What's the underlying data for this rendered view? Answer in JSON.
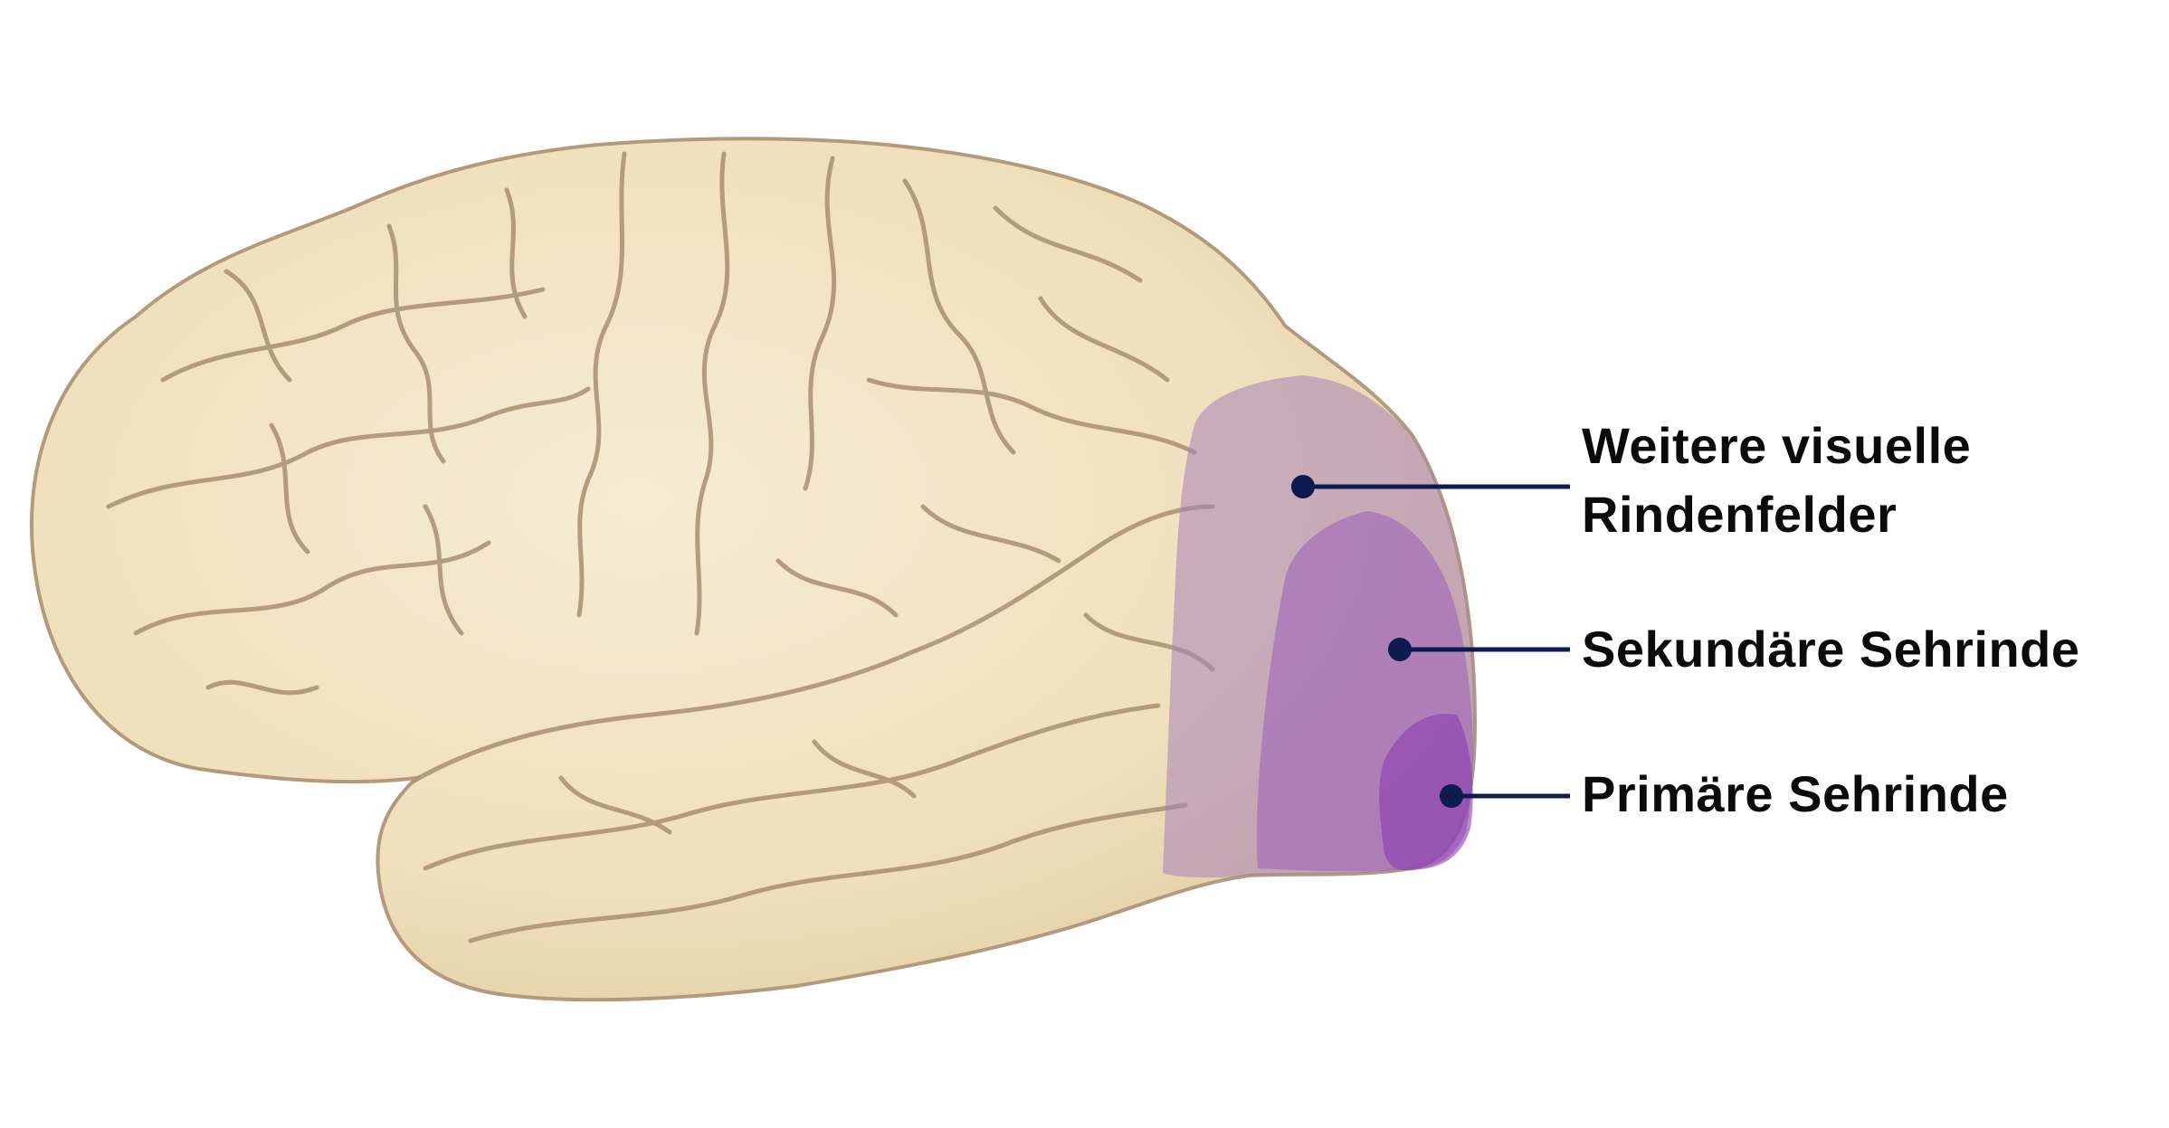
{
  "labels": {
    "weitere_line1": "Weitere visuelle",
    "weitere_line2": "Rindenfelder",
    "sekundaer": "Sekundäre Sehrinde",
    "primaer": "Primäre Sehrinde"
  },
  "colors": {
    "brain_fill": "#f1e2bf",
    "brain_outline": "#b49a7c",
    "sulcus": "#a98f72",
    "weitere_region": "#a781b6",
    "sekundaer_region": "#9a5eb9",
    "primaer_region": "#8a3cb0",
    "pointer_line": "#0d1b4f"
  },
  "icons": {
    "diagram": "brain-lateral-view-illustration"
  }
}
